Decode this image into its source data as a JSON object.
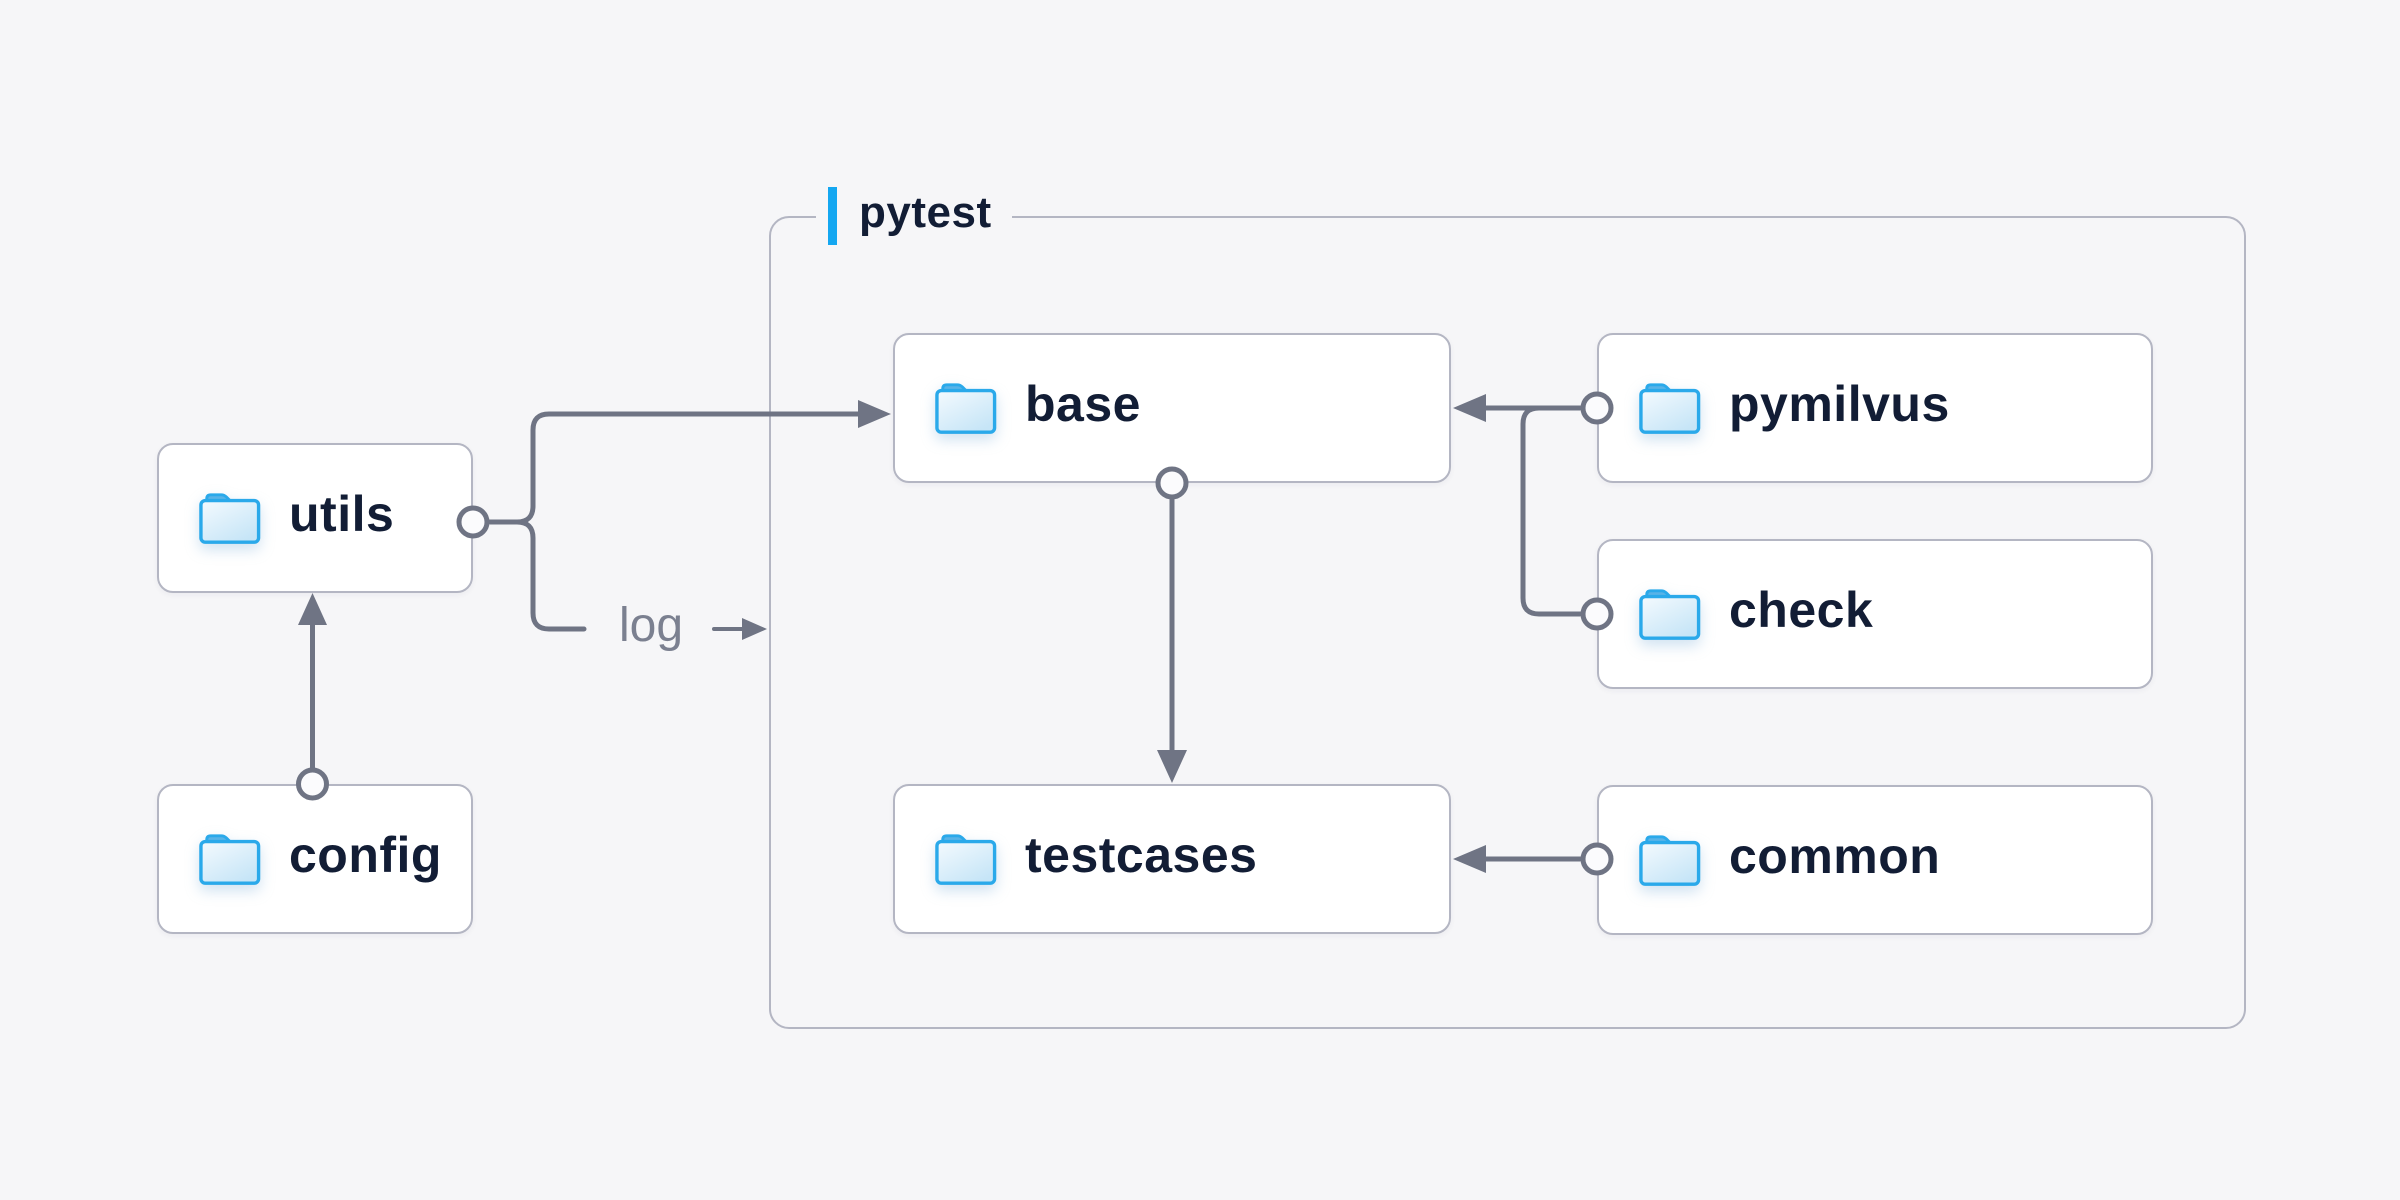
{
  "diagram": {
    "group": {
      "label": "pytest",
      "accent_color": "#14a7f1"
    },
    "nodes": [
      {
        "id": "utils",
        "label": "utils",
        "icon": "folder-icon",
        "group": null
      },
      {
        "id": "config",
        "label": "config",
        "icon": "folder-icon",
        "group": null
      },
      {
        "id": "base",
        "label": "base",
        "icon": "folder-icon",
        "group": "pytest"
      },
      {
        "id": "testcases",
        "label": "testcases",
        "icon": "folder-icon",
        "group": "pytest"
      },
      {
        "id": "pymilvus",
        "label": "pymilvus",
        "icon": "folder-icon",
        "group": "pytest"
      },
      {
        "id": "check",
        "label": "check",
        "icon": "folder-icon",
        "group": "pytest"
      },
      {
        "id": "common",
        "label": "common",
        "icon": "folder-icon",
        "group": "pytest"
      }
    ],
    "edges": [
      {
        "from": "config",
        "to": "utils",
        "label": ""
      },
      {
        "from": "utils",
        "to": "base",
        "label": ""
      },
      {
        "from": "utils",
        "to": "pytest",
        "label": "log"
      },
      {
        "from": "pymilvus",
        "to": "base",
        "label": ""
      },
      {
        "from": "check",
        "to": "base",
        "label": ""
      },
      {
        "from": "base",
        "to": "testcases",
        "label": ""
      },
      {
        "from": "common",
        "to": "testcases",
        "label": ""
      }
    ],
    "edge_label": "log",
    "colors": {
      "background": "#f6f6f8",
      "node_bg": "#ffffff",
      "node_border": "#b4b6c3",
      "node_text": "#121d35",
      "line": "#6f7484",
      "edge_label_text": "#7b8090",
      "accent_bar": "#14a7f1",
      "folder_outline": "#2aa9ea",
      "folder_tab": "#58b3e7"
    }
  }
}
